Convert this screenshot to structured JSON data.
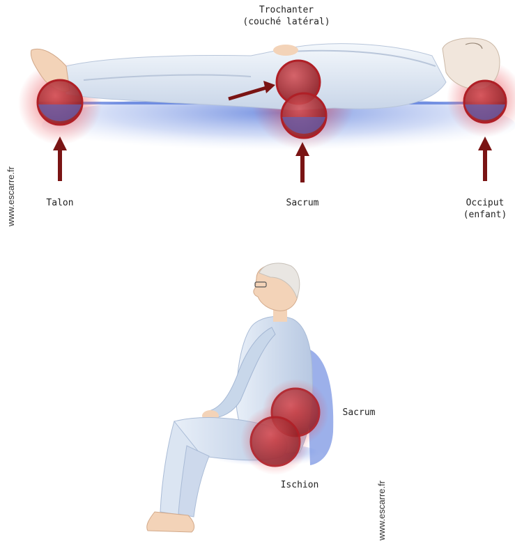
{
  "watermark": "www.escarre.fr",
  "lying": {
    "trochanter": {
      "line1": "Trochanter",
      "line2": "(couché latéral)"
    },
    "talon": "Talon",
    "sacrum": "Sacrum",
    "occiput": {
      "line1": "Occiput",
      "line2": "(enfant)"
    }
  },
  "sitting": {
    "sacrum": "Sacrum",
    "ischion": "Ischion"
  },
  "colors": {
    "pressure_red": "#c0282e",
    "glow_red": "#e8434a",
    "mattress_blue": "#4a6fd8",
    "gown": "#dde7f3",
    "skin": "#f3d3b8",
    "arrow": "#7a1414"
  }
}
